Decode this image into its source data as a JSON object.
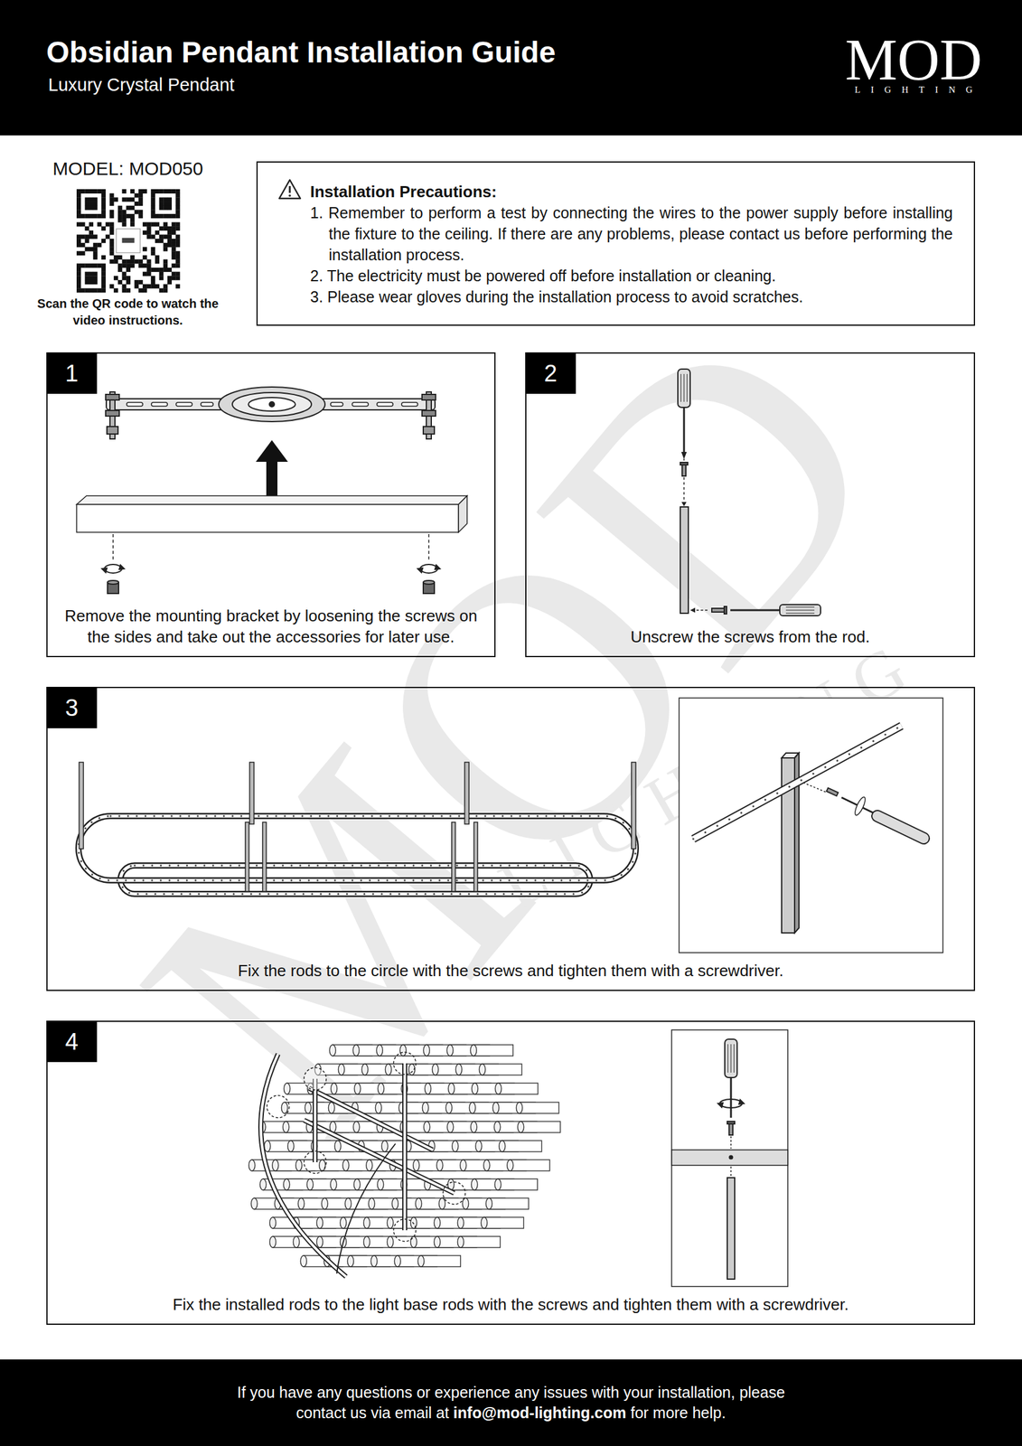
{
  "diagram": {
    "title": "Obsidian Pendant Installation Guide",
    "nodes": [
      {
        "text": [
          "Luxury Crystal Pendant",
          "MOD",
          "LIGHTING"
        ]
      },
      {
        "text": [
          "Installation Precautions:",
          "1. Remember to perform a test by connecting the wires to the power supply before installing the fixture to the ceiling. If there are any problems, please contact us before performing the installation process.",
          "2. The electricity must be powered off before installation or cleaning.",
          "3. Please wear gloves during the installation process to avoid scratches."
        ]
      },
      {
        "text": [
          "Remove the mounting bracket by loosening the screws on the sides and take out the accessories for later use."
        ]
      },
      {
        "text": [
          "1"
        ],
        "in": 2
      },
      {
        "text": [
          "Unscrew the screws from the rod."
        ]
      },
      {
        "text": [
          "2"
        ],
        "in": 4
      },
      {
        "text": [
          "Fix the rods to the circle with the screws and tighten them with a screwdriver."
        ]
      },
      {
        "text": [
          "3"
        ],
        "in": 6
      },
      {
        "text": [
          "Fix the installed rods to the light base rods with the screws and tighten them with a screwdriver."
        ]
      },
      {
        "text": [
          "4"
        ],
        "in": 8
      },
      {
        "text": [
          "If you have any questions or experience any issues with your installation, please contact us via email at info@mod-lighting.com for more help."
        ]
      }
    ],
    "labels": [
      "MODEL: MOD050",
      "Scan the QR code to watch the video instructions.",
      "MOD",
      "LIGHTING"
    ]
  }
}
